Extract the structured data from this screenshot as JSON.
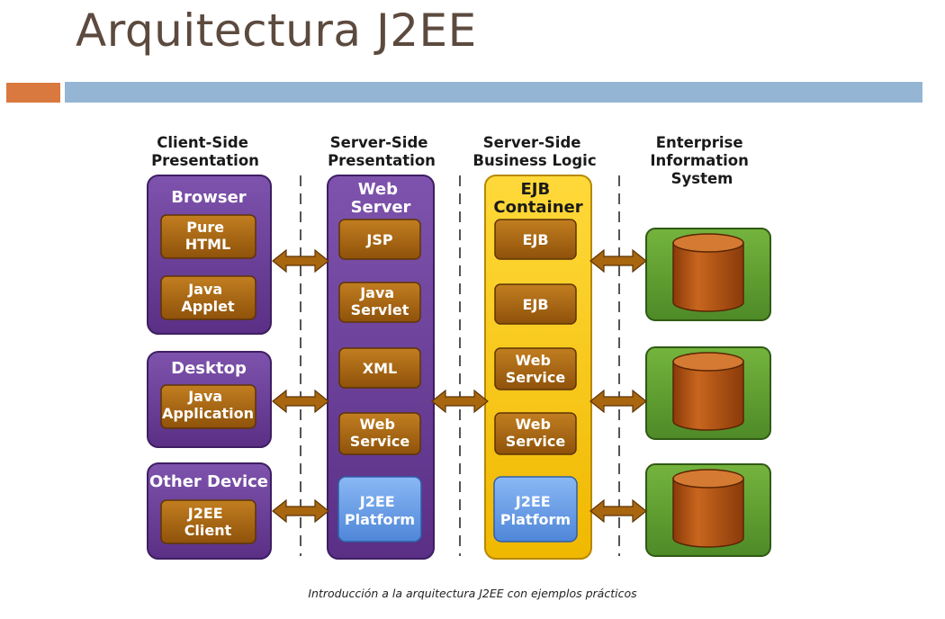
{
  "title": "Arquitectura J2EE",
  "caption": "Introducción a la arquitectura J2EE con ejemplos prácticos",
  "colors": {
    "title_text": "#5c4a3e",
    "accent_orange": "#d9793f",
    "accent_blue": "#94b6d4",
    "container_purple": "#6a3d96",
    "container_yellow": "#f1c10f",
    "component_brown": "#a8660f",
    "platform_blue": "#6aa2ea",
    "eis_green": "#5fa032"
  },
  "diagram": {
    "headers": {
      "client": [
        "Client-Side",
        "Presentation"
      ],
      "web": [
        "Server-Side",
        "Presentation"
      ],
      "business": [
        "Server-Side",
        "Business Logic"
      ],
      "eis": [
        "Enterprise",
        "Information",
        "System"
      ]
    },
    "browser": {
      "title": "Browser",
      "items": [
        [
          "Pure",
          "HTML"
        ],
        [
          "Java",
          "Applet"
        ]
      ]
    },
    "desktop": {
      "title": "Desktop",
      "items": [
        [
          "Java",
          "Application"
        ]
      ]
    },
    "other_device": {
      "title": "Other Device",
      "items": [
        [
          "J2EE",
          "Client"
        ]
      ]
    },
    "web_server": {
      "title": [
        "Web",
        "Server"
      ],
      "items": [
        [
          "JSP"
        ],
        [
          "Java",
          "Servlet"
        ],
        [
          "XML"
        ],
        [
          "Web",
          "Service"
        ]
      ],
      "platform": [
        "J2EE",
        "Platform"
      ]
    },
    "ejb_container": {
      "title": [
        "EJB",
        "Container"
      ],
      "items": [
        [
          "EJB"
        ],
        [
          "EJB"
        ],
        [
          "Web",
          "Service"
        ],
        [
          "Web",
          "Service"
        ]
      ],
      "platform": [
        "J2EE",
        "Platform"
      ]
    },
    "eis_databases": [
      "database",
      "database",
      "database"
    ],
    "arrow_icon": "double-headed-arrow-icon",
    "database_icon": "database-cylinder-icon"
  }
}
